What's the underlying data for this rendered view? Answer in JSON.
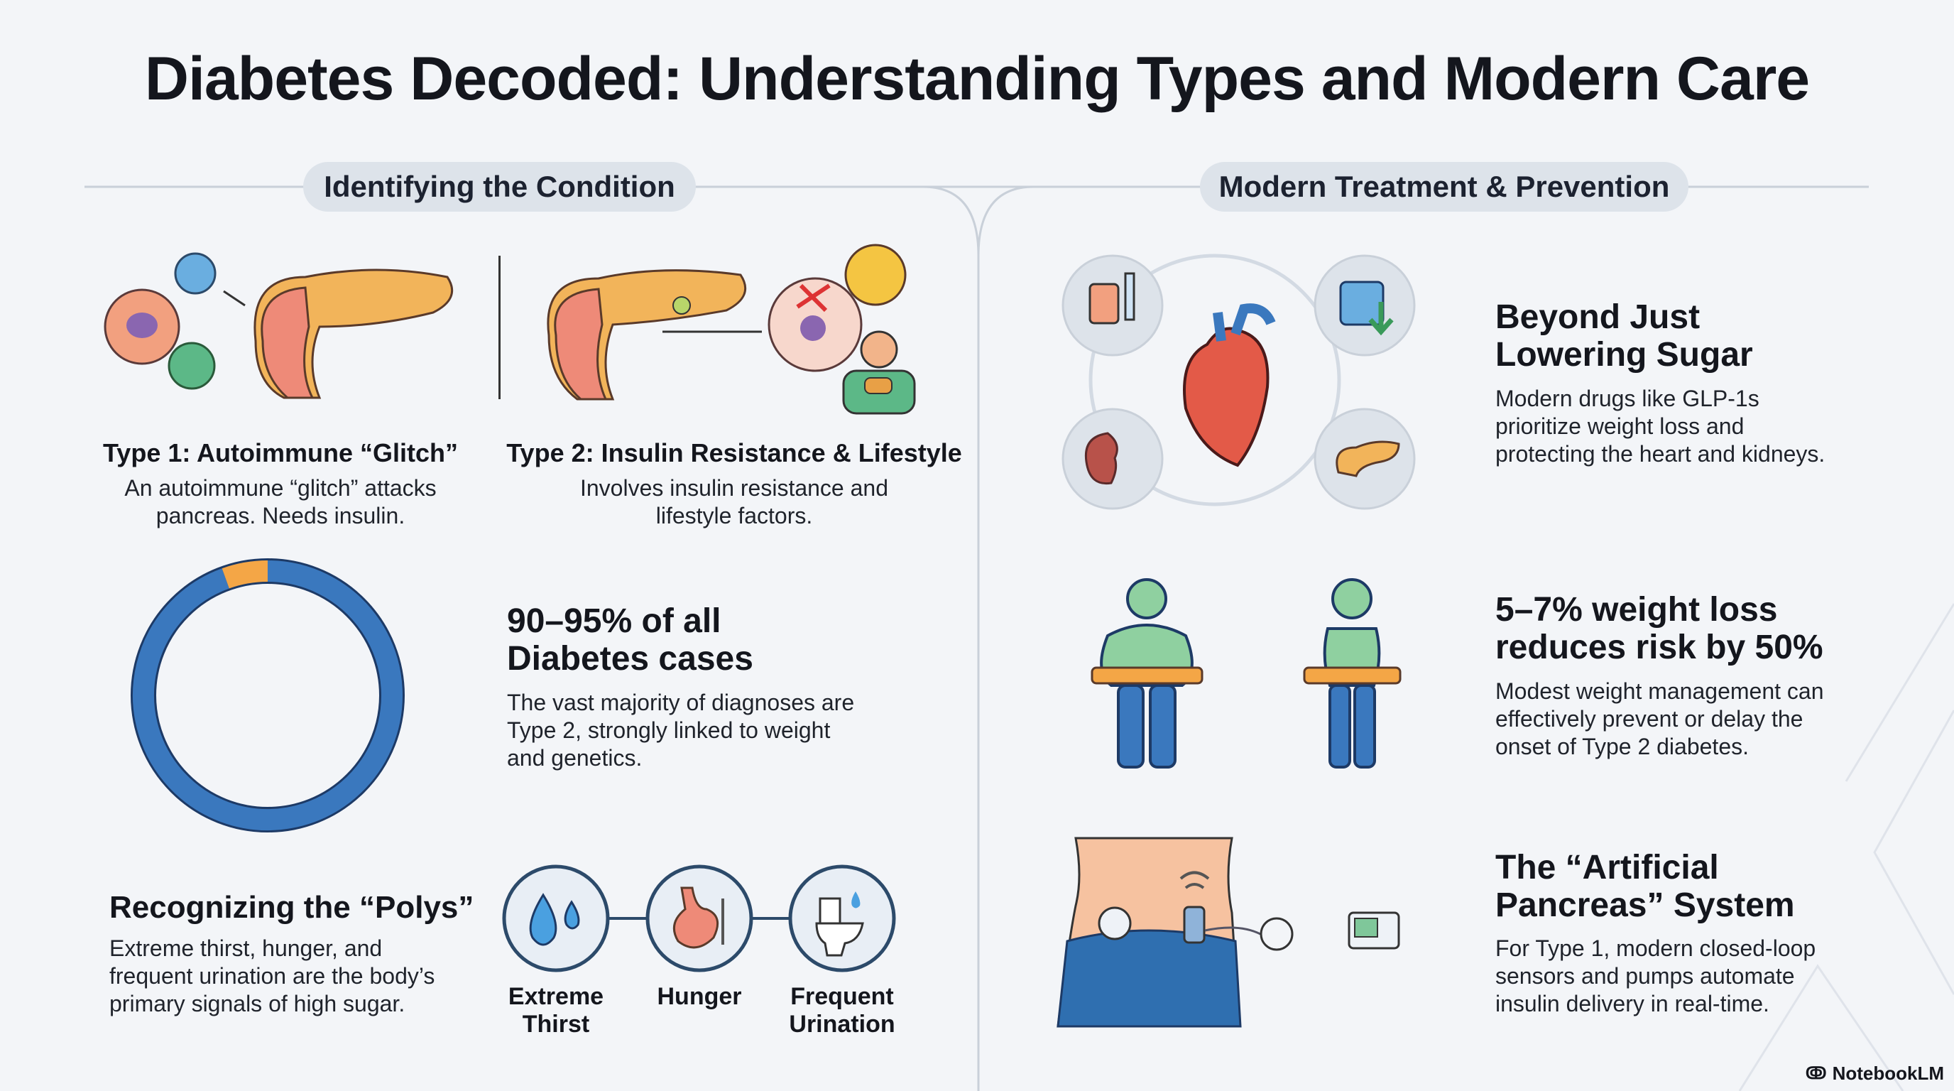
{
  "title": "Diabetes Decoded: Understanding Types and Modern Care",
  "left_section": {
    "pill": "Identifying the Condition",
    "type1": {
      "title": "Type 1: Autoimmune “Glitch”",
      "body_lines": [
        "An autoimmune “glitch” attacks",
        "pancreas. Needs insulin."
      ]
    },
    "type2": {
      "title": "Type 2: Insulin Resistance & Lifestyle",
      "body_lines": [
        "Involves insulin resistance and",
        "lifestyle factors."
      ]
    },
    "stat": {
      "heading_lines": [
        "90–95% of all",
        "Diabetes cases"
      ],
      "body_lines": [
        "The vast majority of diagnoses are",
        "Type 2, strongly linked to weight",
        "and genetics."
      ],
      "type2_share_percent": 94.5,
      "colors": {
        "type2": "#3a78be",
        "type1": "#f4a646"
      }
    },
    "polys": {
      "heading": "Recognizing the “Polys”",
      "body_lines": [
        "Extreme thirst, hunger, and",
        "frequent urination are the body’s",
        "primary signals of high sugar."
      ],
      "symptoms": [
        {
          "icon": "water-drops-icon",
          "label_lines": [
            "Extreme",
            "Thirst"
          ]
        },
        {
          "icon": "stomach-icon",
          "label_lines": [
            "Hunger",
            ""
          ]
        },
        {
          "icon": "toilet-icon",
          "label_lines": [
            "Frequent",
            "Urination"
          ]
        }
      ]
    }
  },
  "right_section": {
    "pill": "Modern Treatment & Prevention",
    "beyond": {
      "heading_lines": [
        "Beyond Just",
        "Lowering Sugar"
      ],
      "body_lines": [
        "Modern drugs like GLP-1s",
        "prioritize weight loss and",
        "protecting the heart and kidneys."
      ]
    },
    "weight": {
      "heading_lines": [
        "5–7% weight loss",
        "reduces risk by 50%"
      ],
      "body_lines": [
        "Modest weight management can",
        "effectively prevent or delay the",
        "onset of Type 2 diabetes."
      ]
    },
    "pancreas_system": {
      "heading_lines": [
        "The “Artificial",
        "Pancreas” System"
      ],
      "body_lines": [
        "For Type 1, modern closed-loop",
        "sensors and pumps automate",
        "insulin delivery in real-time."
      ]
    }
  },
  "footer": {
    "brand": "NotebookLM"
  }
}
